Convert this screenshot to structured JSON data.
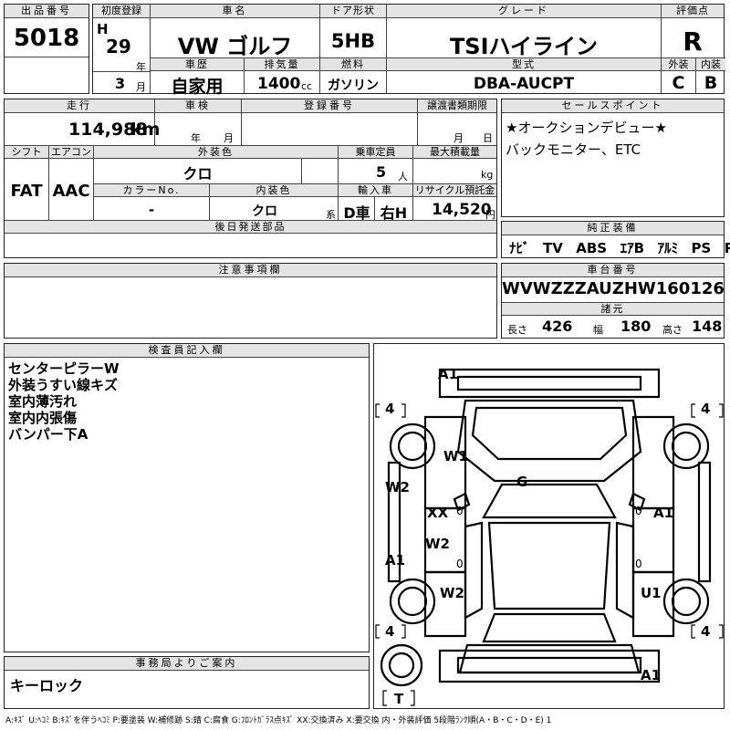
{
  "top": {
    "lot_label": "出品番号",
    "lot_no": "5018",
    "first_reg_label": "初度登録",
    "era": "H",
    "reg_year": "29",
    "year_unit": "年",
    "reg_month": "3",
    "month_unit": "月",
    "car_name_label": "車名",
    "car_name": "VW ゴルフ",
    "door_label": "ドア形状",
    "door": "5HB",
    "grade_label": "グレード",
    "grade": "TSIハイライン",
    "score_label": "評価点",
    "score": "R",
    "history_label": "車歴",
    "history": "自家用",
    "displacement_label": "排気量",
    "displacement": "1400",
    "cc_unit": "cc",
    "fuel_label": "燃料",
    "fuel": "ガソリン",
    "model_label": "型式",
    "model": "DBA-AUCPT",
    "ext_label": "外装",
    "ext_grade": "C",
    "int_label": "内装",
    "int_grade": "B"
  },
  "mid": {
    "mileage_label": "走行",
    "mileage": "114,988",
    "mileage_unit": "km",
    "inspection_label": "車検",
    "inspection_year_unit": "年",
    "inspection_month_unit": "月",
    "plate_label": "登録番号",
    "plate": "",
    "transfer_label": "譲渡書類期限",
    "transfer_month_unit": "月",
    "transfer_day_unit": "日",
    "shift_label": "シフト",
    "shift": "FAT",
    "ac_label": "エアコン",
    "ac": "AAC",
    "color_label": "外装色",
    "color": "クロ",
    "seats_label": "乗車定員",
    "seats": "5",
    "seats_unit": "人",
    "load_label": "最大積載量",
    "load_unit": "kg",
    "color_no_label": "カラーNo.",
    "color_no": "-",
    "int_color_label": "内装色",
    "int_color": "クロ",
    "int_color_unit": "系",
    "import_label": "輸入車",
    "import_type": "D車",
    "handle": "右H",
    "recycle_label": "リサイクル預託金",
    "recycle": "14,520",
    "recycle_unit": "円",
    "later_parts_label": "後日発送部品",
    "later_parts": ""
  },
  "selling": {
    "label": "セールスポイント",
    "lines": [
      "★オークションデビュー★",
      "バックモニター、ETC"
    ]
  },
  "equipment": {
    "label": "純正装備",
    "items": [
      "ﾅﾋﾞ",
      "TV",
      "ABS",
      "ｴｱB",
      "ｱﾙﾐ",
      "PS",
      "PW"
    ]
  },
  "notes": {
    "label": "注意事項欄",
    "text": ""
  },
  "chassis": {
    "label": "車台番号",
    "vin": "WVWZZZAUZHW160126",
    "spec_label": "諸元",
    "length_label": "長さ",
    "length": "426",
    "width_label": "幅",
    "width": "180",
    "height_label": "高さ",
    "height": "148"
  },
  "inspector": {
    "label": "検査員記入欄",
    "lines": [
      "センターピラーW",
      "外装うすい線キズ",
      "室内薄汚れ",
      "室内内張傷",
      "バンパー下A"
    ]
  },
  "office": {
    "label": "事務局よりご案内",
    "text": "キーロック"
  },
  "diagram": {
    "tires": [
      "4",
      "4",
      "4",
      "4"
    ],
    "spare": "T",
    "marks": {
      "front_bumper": "A1",
      "hood_left": "W1",
      "fender_left": "W2",
      "front_door_left": "XX",
      "rear_door_left": "W2",
      "rear_fender_left": "A1",
      "quarter_left": "W2",
      "roof": "G",
      "front_door_right": "A1",
      "quarter_right": "U1",
      "rear_bumper": "A1",
      "pillar0a": "0",
      "pillar0b": "0",
      "pillar0c": "0",
      "pillar0d": "0"
    }
  },
  "legend": "A:ｷｽﾞ U:ﾍｺﾐ B:ｷｽﾞを伴うﾍｺﾐ P:要塗装 W:補修跡 S:錆 C:腐食 G:ﾌﾛﾝﾄｶﾞﾗｽ点ｷｽﾞ XX:交換済み X:要交換 内・外装評価 5段階ﾗﾝｸ順(A・B・C・D・E) 1"
}
